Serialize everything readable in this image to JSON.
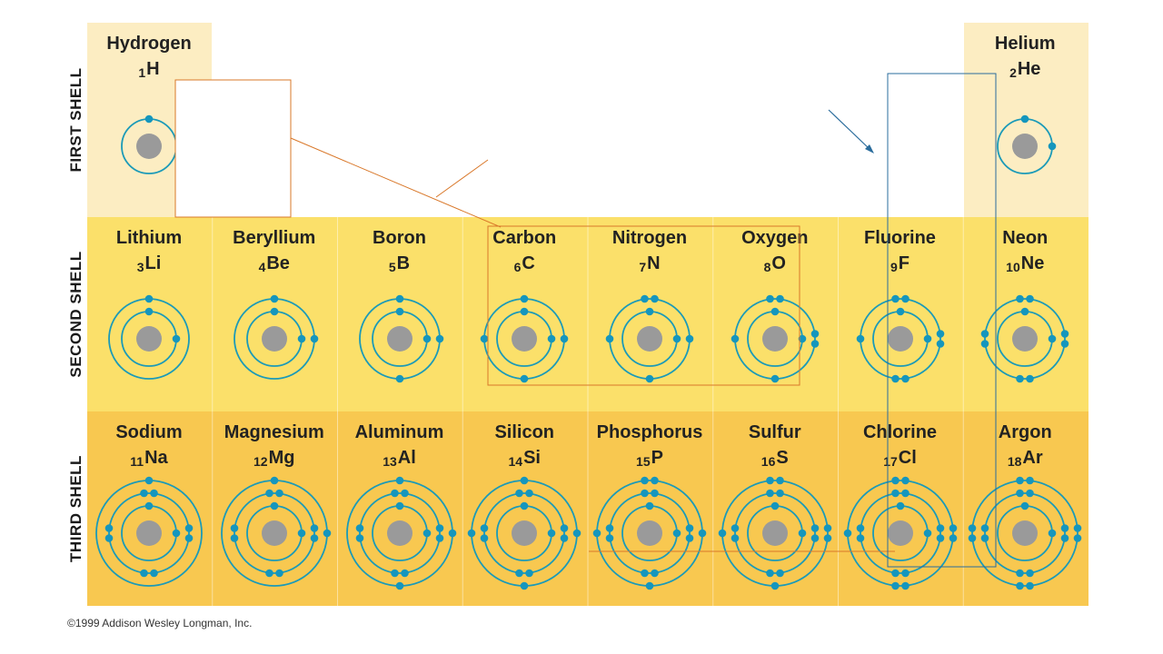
{
  "shells": [
    {
      "label": "FIRST SHELL"
    },
    {
      "label": "SECOND SHELL"
    },
    {
      "label": "THIRD SHELL"
    }
  ],
  "elements": [
    {
      "name": "Hydrogen",
      "number": "1",
      "symbol": "H",
      "row": 0,
      "col": 0,
      "shell_electrons": [
        1
      ]
    },
    {
      "name": "Helium",
      "number": "2",
      "symbol": "He",
      "row": 0,
      "col": 7,
      "shell_electrons": [
        2
      ]
    },
    {
      "name": "Lithium",
      "number": "3",
      "symbol": "Li",
      "row": 1,
      "col": 0,
      "shell_electrons": [
        2,
        1
      ]
    },
    {
      "name": "Beryllium",
      "number": "4",
      "symbol": "Be",
      "row": 1,
      "col": 1,
      "shell_electrons": [
        2,
        2
      ]
    },
    {
      "name": "Boron",
      "number": "5",
      "symbol": "B",
      "row": 1,
      "col": 2,
      "shell_electrons": [
        2,
        3
      ]
    },
    {
      "name": "Carbon",
      "number": "6",
      "symbol": "C",
      "row": 1,
      "col": 3,
      "shell_electrons": [
        2,
        4
      ]
    },
    {
      "name": "Nitrogen",
      "number": "7",
      "symbol": "N",
      "row": 1,
      "col": 4,
      "shell_electrons": [
        2,
        5
      ]
    },
    {
      "name": "Oxygen",
      "number": "8",
      "symbol": "O",
      "row": 1,
      "col": 5,
      "shell_electrons": [
        2,
        6
      ]
    },
    {
      "name": "Fluorine",
      "number": "9",
      "symbol": "F",
      "row": 1,
      "col": 6,
      "shell_electrons": [
        2,
        7
      ]
    },
    {
      "name": "Neon",
      "number": "10",
      "symbol": "Ne",
      "row": 1,
      "col": 7,
      "shell_electrons": [
        2,
        8
      ]
    },
    {
      "name": "Sodium",
      "number": "11",
      "symbol": "Na",
      "row": 2,
      "col": 0,
      "shell_electrons": [
        2,
        8,
        1
      ]
    },
    {
      "name": "Magnesium",
      "number": "12",
      "symbol": "Mg",
      "row": 2,
      "col": 1,
      "shell_electrons": [
        2,
        8,
        2
      ]
    },
    {
      "name": "Aluminum",
      "number": "13",
      "symbol": "Al",
      "row": 2,
      "col": 2,
      "shell_electrons": [
        2,
        8,
        3
      ]
    },
    {
      "name": "Silicon",
      "number": "14",
      "symbol": "Si",
      "row": 2,
      "col": 3,
      "shell_electrons": [
        2,
        8,
        4
      ]
    },
    {
      "name": "Phosphorus",
      "number": "15",
      "symbol": "P",
      "row": 2,
      "col": 4,
      "shell_electrons": [
        2,
        8,
        5
      ]
    },
    {
      "name": "Sulfur",
      "number": "16",
      "symbol": "S",
      "row": 2,
      "col": 5,
      "shell_electrons": [
        2,
        8,
        6
      ]
    },
    {
      "name": "Chlorine",
      "number": "17",
      "symbol": "Cl",
      "row": 2,
      "col": 6,
      "shell_electrons": [
        2,
        8,
        7
      ]
    },
    {
      "name": "Argon",
      "number": "18",
      "symbol": "Ar",
      "row": 2,
      "col": 7,
      "shell_electrons": [
        2,
        8,
        8
      ]
    }
  ],
  "colors": {
    "row_first": "#fcedc2",
    "row_second": "#fbe06a",
    "row_third": "#f8c850",
    "orbit": "#1b9ab8",
    "electron": "#1596bd",
    "nucleus": "#9a9a9a",
    "annotation_orange": "#d9782a",
    "annotation_blue": "#2a6c9c"
  },
  "copyright": "©1999 Addison Wesley Longman, Inc."
}
